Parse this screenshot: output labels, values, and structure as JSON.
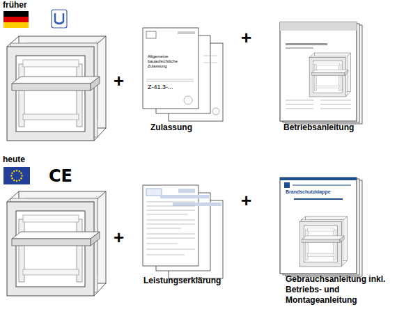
{
  "diagram": {
    "labels": [
      "früher",
      "heute",
      "CE",
      "+",
      "Zulassung",
      "+",
      "Betriebsanleitung",
      "+",
      "Leistungserklärung",
      "+",
      "Gebrauchsanleitung inkl. Betriebs- und Montageanleitung",
      "Allgemeine bauaufsichtliche Zulassung",
      "Z-41.3-...",
      "Brandschutzklappe"
    ]
  }
}
